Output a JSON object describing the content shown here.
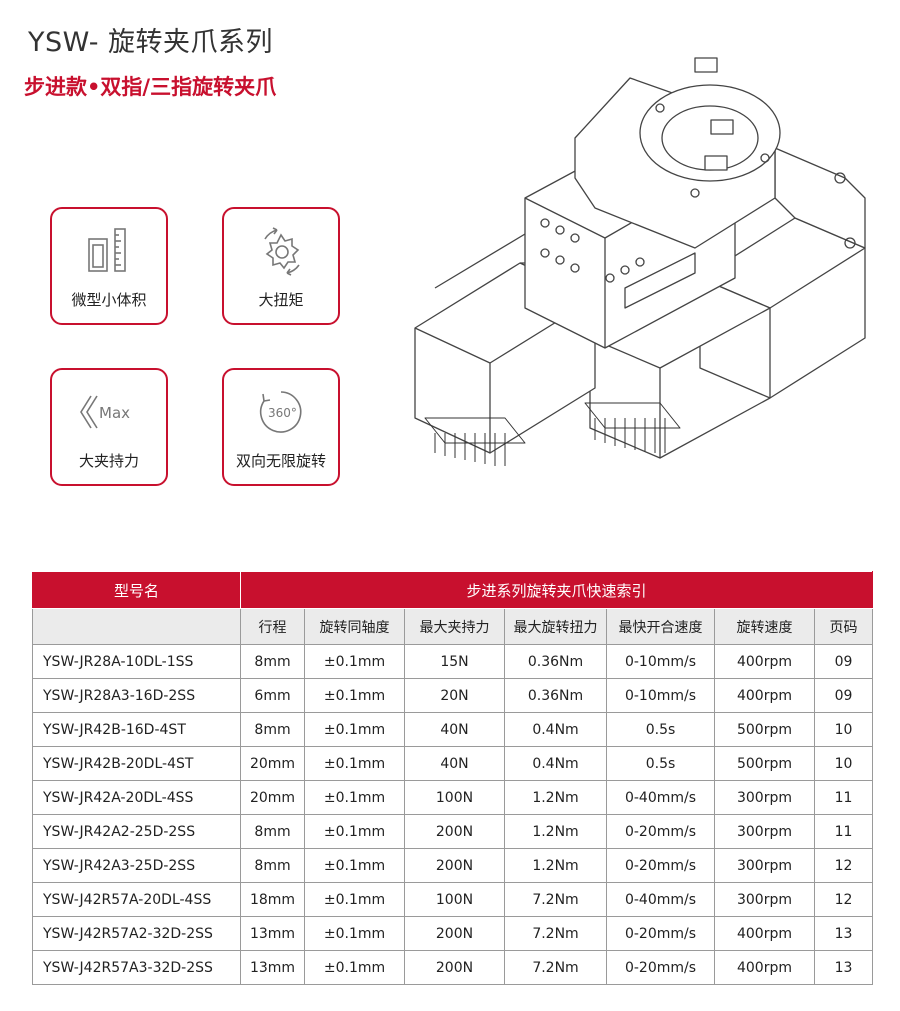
{
  "header": {
    "title": "YSW- 旋转夹爪系列",
    "subtitle": "步进款•双指/三指旋转夹爪"
  },
  "features": [
    {
      "label": "微型小体积",
      "icon": "ruler-size-icon"
    },
    {
      "label": "大扭矩",
      "icon": "torque-gear-icon"
    },
    {
      "label": "大夹持力",
      "icon": "max-force-icon",
      "icon_text": "Max"
    },
    {
      "label": "双向无限旋转",
      "icon": "rotate-360-icon",
      "icon_text": "360°"
    }
  ],
  "colors": {
    "accent": "#c8102e",
    "subheader_bg": "#ebebeb"
  },
  "table": {
    "header_model": "型号名",
    "header_group": "步进系列旋转夹爪快速索引",
    "columns": [
      "行程",
      "旋转同轴度",
      "最大夹持力",
      "最大旋转扭力",
      "最快开合速度",
      "旋转速度",
      "页码"
    ],
    "rows": [
      [
        "YSW-JR28A-10DL-1SS",
        "8mm",
        "±0.1mm",
        "15N",
        "0.36Nm",
        "0-10mm/s",
        "400rpm",
        "09"
      ],
      [
        "YSW-JR28A3-16D-2SS",
        "6mm",
        "±0.1mm",
        "20N",
        "0.36Nm",
        "0-10mm/s",
        "400rpm",
        "09"
      ],
      [
        "YSW-JR42B-16D-4ST",
        "8mm",
        "±0.1mm",
        "40N",
        "0.4Nm",
        "0.5s",
        "500rpm",
        "10"
      ],
      [
        "YSW-JR42B-20DL-4ST",
        "20mm",
        "±0.1mm",
        "40N",
        "0.4Nm",
        "0.5s",
        "500rpm",
        "10"
      ],
      [
        "YSW-JR42A-20DL-4SS",
        "20mm",
        "±0.1mm",
        "100N",
        "1.2Nm",
        "0-40mm/s",
        "300rpm",
        "11"
      ],
      [
        "YSW-JR42A2-25D-2SS",
        "8mm",
        "±0.1mm",
        "200N",
        "1.2Nm",
        "0-20mm/s",
        "300rpm",
        "11"
      ],
      [
        "YSW-JR42A3-25D-2SS",
        "8mm",
        "±0.1mm",
        "200N",
        "1.2Nm",
        "0-20mm/s",
        "300rpm",
        "12"
      ],
      [
        "YSW-J42R57A-20DL-4SS",
        "18mm",
        "±0.1mm",
        "100N",
        "7.2Nm",
        "0-40mm/s",
        "300rpm",
        "12"
      ],
      [
        "YSW-J42R57A2-32D-2SS",
        "13mm",
        "±0.1mm",
        "200N",
        "7.2Nm",
        "0-20mm/s",
        "400rpm",
        "13"
      ],
      [
        "YSW-J42R57A3-32D-2SS",
        "13mm",
        "±0.1mm",
        "200N",
        "7.2Nm",
        "0-20mm/s",
        "400rpm",
        "13"
      ]
    ]
  }
}
